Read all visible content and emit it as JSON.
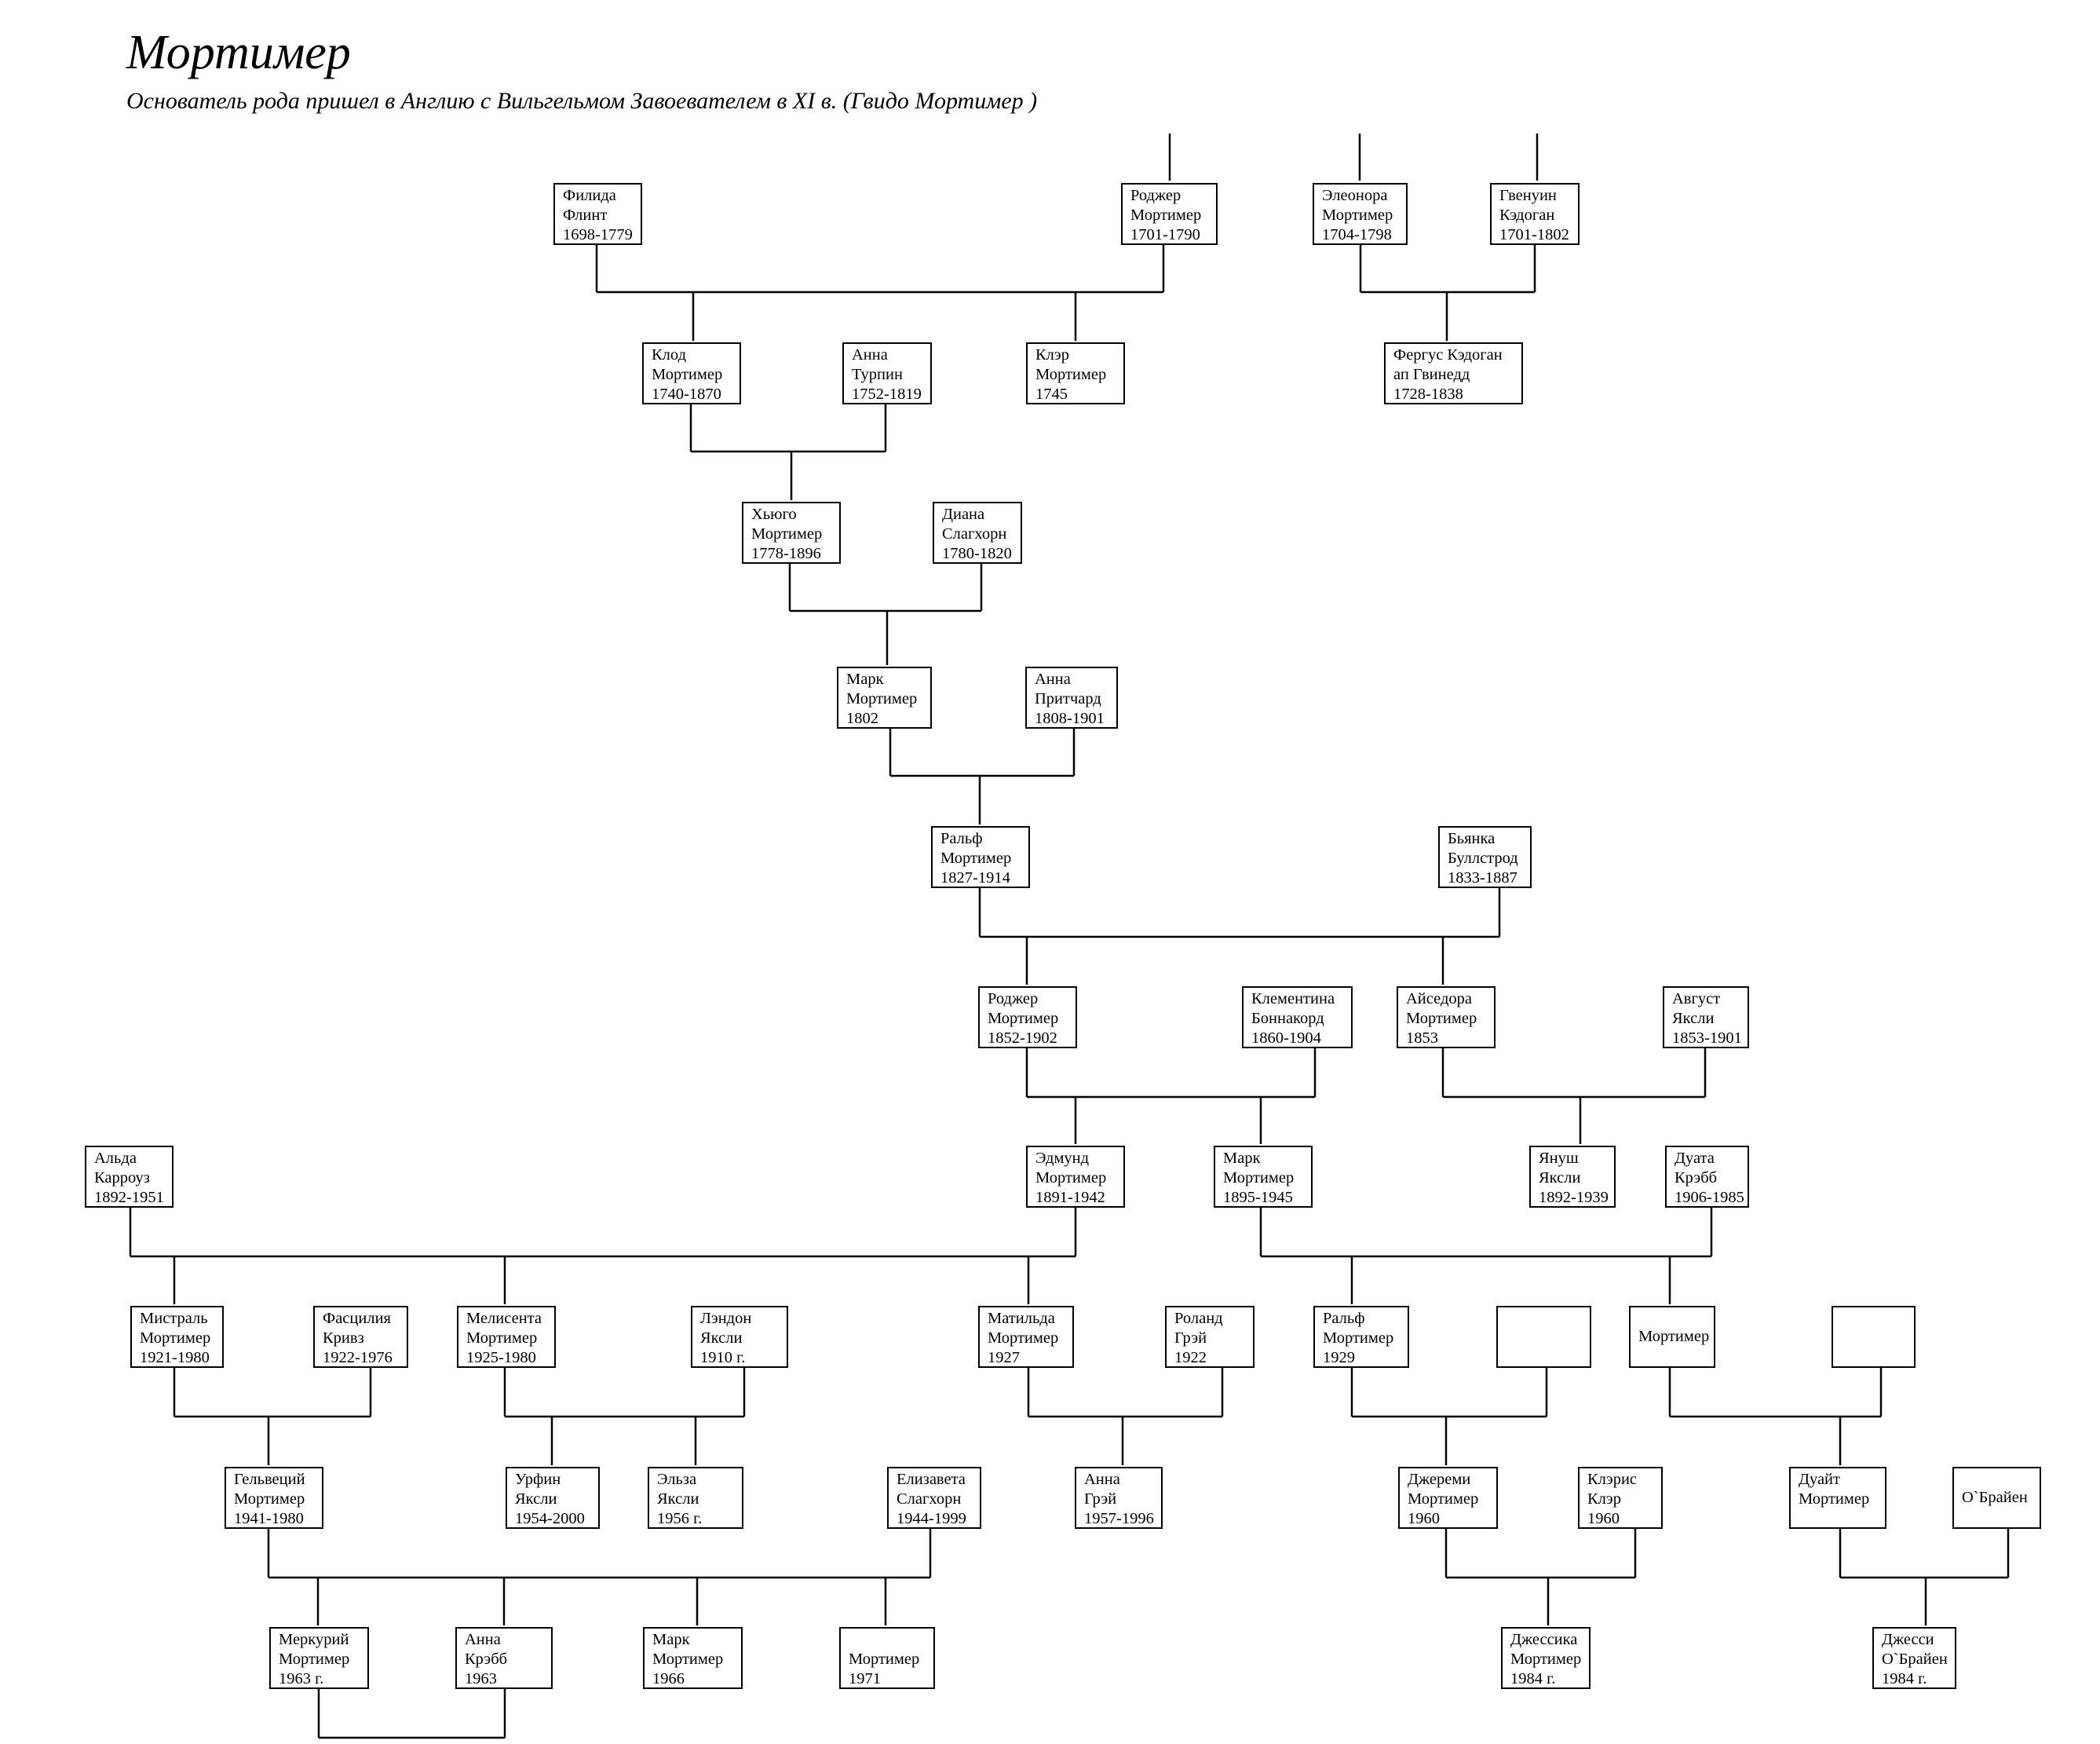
{
  "title": "Мортимер",
  "subtitle": "Основатель рода пришел в Англию с Вильгельмом Завоевателем в XI в. (Гвидо Мортимер )",
  "people": [
    {
      "id": "filida",
      "lines": [
        "Филида",
        "Флинт",
        "1698-1779"
      ]
    },
    {
      "id": "roger1",
      "lines": [
        "Роджер",
        "Мортимер",
        "1701-1790"
      ]
    },
    {
      "id": "eleonora",
      "lines": [
        "Элеонора",
        "Мортимер",
        "1704-1798"
      ]
    },
    {
      "id": "gvenuin",
      "lines": [
        "Гвенуин",
        "Кэдоган",
        "1701-1802"
      ]
    },
    {
      "id": "klod",
      "lines": [
        "Клод",
        "Мортимер",
        "1740-1870"
      ]
    },
    {
      "id": "anna_turpin",
      "lines": [
        "Анна",
        "Турпин",
        "1752-1819"
      ]
    },
    {
      "id": "kler1745",
      "lines": [
        "Клэр",
        "Мортимер",
        "1745"
      ]
    },
    {
      "id": "fergus",
      "lines": [
        "Фергус Кэдоган",
        "ап Гвинедд",
        "1728-1838"
      ]
    },
    {
      "id": "hugo",
      "lines": [
        "Хьюго",
        "Мортимер",
        "1778-1896"
      ]
    },
    {
      "id": "diana",
      "lines": [
        "Диана",
        "Слагхорн",
        "1780-1820"
      ]
    },
    {
      "id": "mark1802",
      "lines": [
        "Марк",
        "Мортимер",
        "1802"
      ]
    },
    {
      "id": "anna_pritchard",
      "lines": [
        "Анна",
        "Притчард",
        "1808-1901"
      ]
    },
    {
      "id": "ralf1827",
      "lines": [
        "Ральф",
        "Мортимер",
        "1827-1914"
      ]
    },
    {
      "id": "bianka",
      "lines": [
        "Бьянка",
        "Буллстрод",
        "1833-1887"
      ]
    },
    {
      "id": "roger1852",
      "lines": [
        "Роджер",
        "Мортимер",
        "1852-1902"
      ]
    },
    {
      "id": "klementina",
      "lines": [
        "Клементина",
        "Боннакорд",
        "1860-1904"
      ]
    },
    {
      "id": "aisedora",
      "lines": [
        "Айседора",
        "Мортимер",
        "1853"
      ]
    },
    {
      "id": "avgust",
      "lines": [
        "Август",
        "Яксли",
        "1853-1901"
      ]
    },
    {
      "id": "alda",
      "lines": [
        "Альда",
        "Карроуз",
        "1892-1951"
      ]
    },
    {
      "id": "edmund",
      "lines": [
        "Эдмунд",
        "Мортимер",
        "1891-1942"
      ]
    },
    {
      "id": "mark1895",
      "lines": [
        "Марк",
        "Мортимер",
        "1895-1945"
      ]
    },
    {
      "id": "yanush",
      "lines": [
        "Януш",
        "Яксли",
        "1892-1939"
      ]
    },
    {
      "id": "duata",
      "lines": [
        "Дуата",
        "Крэбб",
        "1906-1985"
      ]
    },
    {
      "id": "mistral",
      "lines": [
        "Мистраль",
        "Мортимер",
        "1921-1980"
      ]
    },
    {
      "id": "fascilia",
      "lines": [
        "Фасцилия",
        "Кривз",
        "1922-1976"
      ]
    },
    {
      "id": "melisenta",
      "lines": [
        "Мелисента",
        "Мортимер",
        "1925-1980"
      ]
    },
    {
      "id": "lendon",
      "lines": [
        "Лэндон",
        "Яксли",
        "1910 г."
      ]
    },
    {
      "id": "matilda",
      "lines": [
        "Матильда",
        "Мортимер",
        "1927"
      ]
    },
    {
      "id": "roland",
      "lines": [
        "Роланд",
        "Грэй",
        "1922"
      ]
    },
    {
      "id": "ralf1929",
      "lines": [
        "Ральф",
        "Мортимер",
        "1929"
      ]
    },
    {
      "id": "blank1",
      "lines": []
    },
    {
      "id": "mortimer_only",
      "lines": [
        "Мортимер"
      ]
    },
    {
      "id": "blank2",
      "lines": []
    },
    {
      "id": "gelvecii",
      "lines": [
        "Гельвеций",
        "Мортимер",
        "1941-1980"
      ]
    },
    {
      "id": "urfin",
      "lines": [
        "Урфин",
        "Яксли",
        "1954-2000"
      ]
    },
    {
      "id": "elza",
      "lines": [
        "Эльза",
        "Яксли",
        "1956 г."
      ]
    },
    {
      "id": "elizaveta",
      "lines": [
        "Елизавета",
        "Слагхорн",
        "1944-1999"
      ]
    },
    {
      "id": "anna_grey",
      "lines": [
        "Анна",
        "Грэй",
        "1957-1996"
      ]
    },
    {
      "id": "jeremy",
      "lines": [
        "Джереми",
        "Мортимер",
        "1960"
      ]
    },
    {
      "id": "kleris",
      "lines": [
        "Клэрис",
        "Клэр",
        "1960"
      ]
    },
    {
      "id": "duait",
      "lines": [
        "Дуайт",
        "Мортимер"
      ]
    },
    {
      "id": "obraien",
      "lines": [
        "О`Брайен"
      ]
    },
    {
      "id": "merkurii",
      "lines": [
        "Меркурий",
        "Мортимер",
        "1963 г."
      ]
    },
    {
      "id": "anna_krebb",
      "lines": [
        "Анна",
        "Крэбб",
        "1963"
      ]
    },
    {
      "id": "mark1966",
      "lines": [
        "Марк",
        "Мортимер",
        "1966"
      ]
    },
    {
      "id": "mortimer1971",
      "lines": [
        "",
        "Мортимер",
        "1971"
      ]
    },
    {
      "id": "jessica",
      "lines": [
        "Джессика",
        "Мортимер",
        "1984 г."
      ]
    },
    {
      "id": "jessi",
      "lines": [
        "Джесси",
        "О`Брайен",
        "1984 г."
      ]
    }
  ]
}
